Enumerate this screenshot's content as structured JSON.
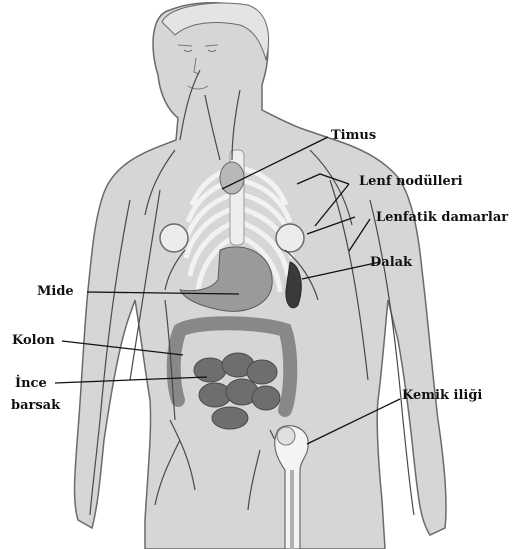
{
  "diagram": {
    "labels": {
      "timus": "Timus",
      "lenf_nodulleri": "Lenf nodülleri",
      "lenfatik_damarlar": "Lenfatik damarlar",
      "dalak": "Dalak",
      "mide": "Mide",
      "kolon": "Kolon",
      "ince_barsak_1": "İnce",
      "ince_barsak_2": "barsak",
      "kemik_iligi": "Kemik iliği"
    },
    "colors": {
      "skin": "#d6d6d6",
      "outline": "#6a6a6a",
      "vessels": "#4a4a4a",
      "organs": "#8c8c8c",
      "ribs": "#f2f2f2"
    }
  }
}
